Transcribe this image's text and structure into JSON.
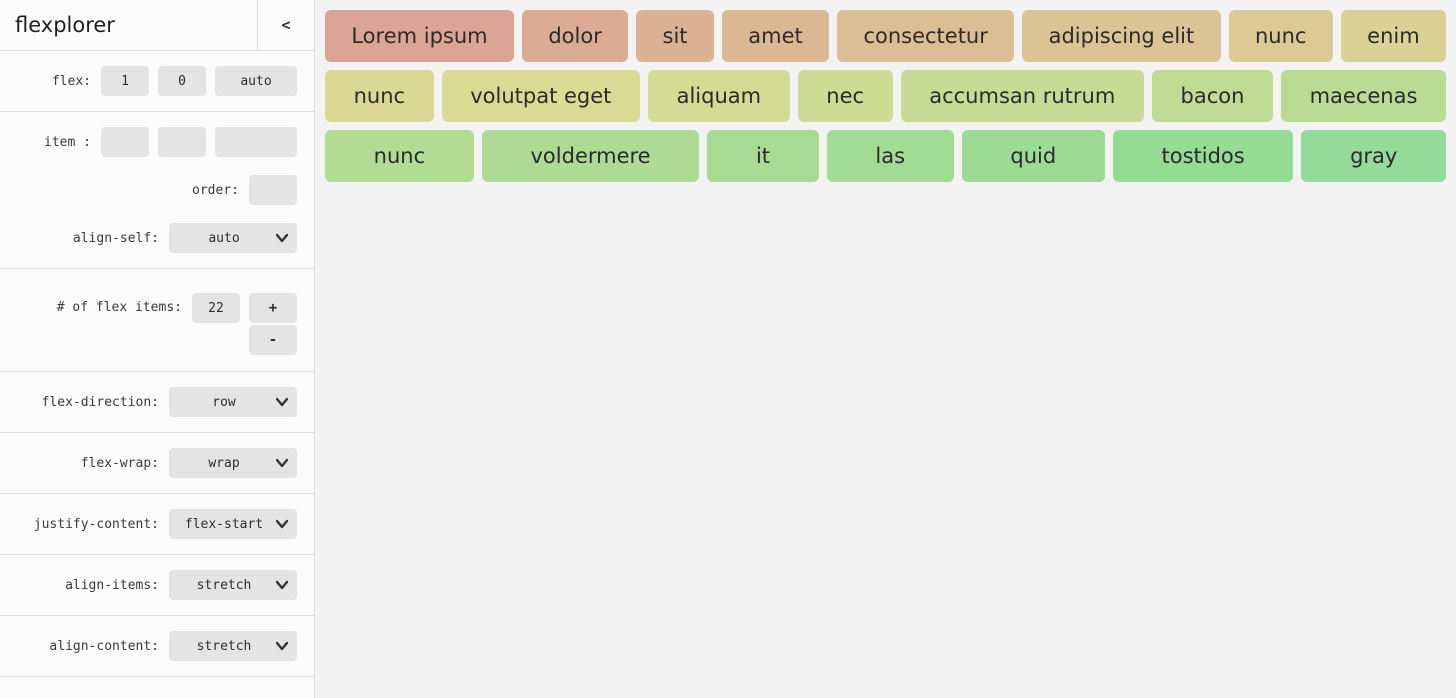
{
  "app": {
    "title": "flexplorer",
    "collapse_label": "<"
  },
  "sidebar": {
    "flex": {
      "label": "flex:",
      "values": [
        "1",
        "0",
        "auto"
      ]
    },
    "item": {
      "label": "item :",
      "values": [
        "",
        "",
        ""
      ]
    },
    "order": {
      "label": "order:",
      "value": ""
    },
    "align_self": {
      "label": "align-self:",
      "value": "auto"
    },
    "count": {
      "label": "# of flex items:",
      "value": "22",
      "increment_label": "+",
      "decrement_label": "-"
    },
    "flex_direction": {
      "label": "flex-direction:",
      "value": "row"
    },
    "flex_wrap": {
      "label": "flex-wrap:",
      "value": "wrap"
    },
    "justify_content": {
      "label": "justify-content:",
      "value": "flex-start"
    },
    "align_items": {
      "label": "align-items:",
      "value": "stretch"
    },
    "align_content": {
      "label": "align-content:",
      "value": "stretch"
    }
  },
  "main": {
    "rows": [
      [
        {
          "label": "Lorem ipsum",
          "color": "#dba494"
        },
        {
          "label": "dolor",
          "color": "#dbab94"
        },
        {
          "label": "sit",
          "color": "#dbb194"
        },
        {
          "label": "amet",
          "color": "#dbb794"
        },
        {
          "label": "consectetur",
          "color": "#dbbe94"
        },
        {
          "label": "adipiscing elit",
          "color": "#dbc494"
        },
        {
          "label": "nunc",
          "color": "#dbca94"
        },
        {
          "label": "enim",
          "color": "#dbd194"
        }
      ],
      [
        {
          "label": "nunc",
          "color": "#dbd794"
        },
        {
          "label": "volutpat eget",
          "color": "#d9db94"
        },
        {
          "label": "aliquam",
          "color": "#d3db94"
        },
        {
          "label": "nec",
          "color": "#cddb94"
        },
        {
          "label": "accumsan rutrum",
          "color": "#c7db94"
        },
        {
          "label": "bacon",
          "color": "#c0db94"
        },
        {
          "label": "maecenas",
          "color": "#badb94"
        }
      ],
      [
        {
          "label": "nunc",
          "color": "#b4db94"
        },
        {
          "label": "voldermere",
          "color": "#addb94"
        },
        {
          "label": "it",
          "color": "#a7db94"
        },
        {
          "label": "las",
          "color": "#a1db94"
        },
        {
          "label": "quid",
          "color": "#9bdb94"
        },
        {
          "label": "tostidos",
          "color": "#94db94"
        },
        {
          "label": "gray",
          "color": "#94db9a"
        }
      ]
    ]
  },
  "colors": {
    "sidebar_bg": "#fcfcfc",
    "main_bg": "#f3f3f3",
    "control_bg": "#e4e4e4",
    "divider": "#dddddd",
    "text": "#2e2e2e"
  }
}
